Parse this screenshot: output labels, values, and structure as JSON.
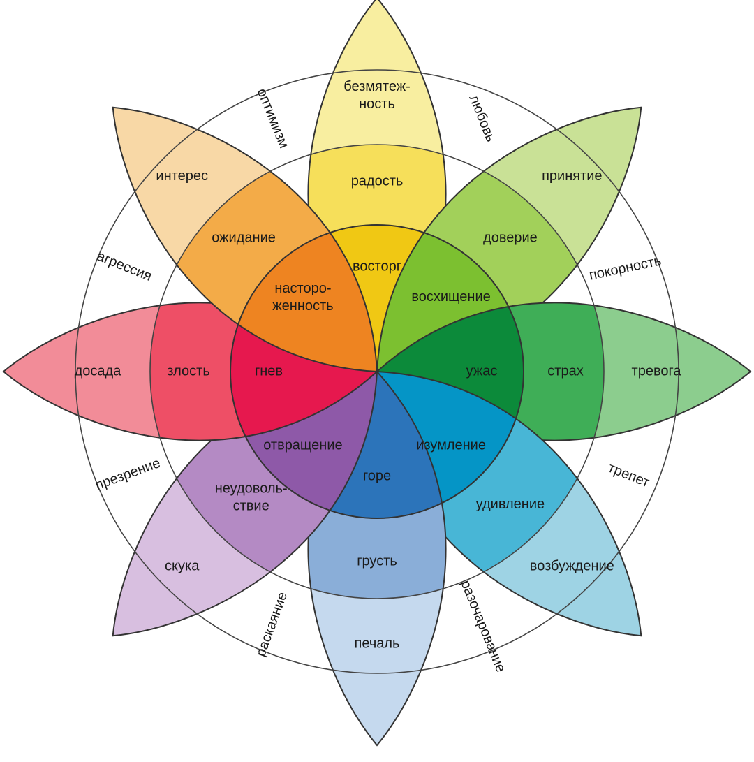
{
  "petals": [
    {
      "id": "yellow",
      "color": "#f2cc00",
      "levels": [
        {
          "text": "безмятеж-\nность",
          "fill": "#f8eea0"
        },
        {
          "text": "радость",
          "fill": "#f6df5a"
        },
        {
          "text": "восторг",
          "fill": "#f0c814"
        }
      ]
    },
    {
      "id": "lightgreen",
      "color": "#8cc63f",
      "levels": [
        {
          "text": "принятие",
          "fill": "#c9e196"
        },
        {
          "text": "доверие",
          "fill": "#a2d05a"
        },
        {
          "text": "восхищение",
          "fill": "#7cc030"
        }
      ]
    },
    {
      "id": "darkgreen",
      "color": "#00953f",
      "levels": [
        {
          "text": "тревога",
          "fill": "#8ccd8e"
        },
        {
          "text": "страх",
          "fill": "#3fae57"
        },
        {
          "text": "ужас",
          "fill": "#0c8a3a"
        }
      ]
    },
    {
      "id": "teal",
      "color": "#0096c8",
      "levels": [
        {
          "text": "возбуждение",
          "fill": "#9ed3e4"
        },
        {
          "text": "удивление",
          "fill": "#48b6d6"
        },
        {
          "text": "изумление",
          "fill": "#0595c6"
        }
      ]
    },
    {
      "id": "blue",
      "color": "#1f6fb8",
      "levels": [
        {
          "text": "печаль",
          "fill": "#c5d9ee"
        },
        {
          "text": "грусть",
          "fill": "#8aaed8"
        },
        {
          "text": "горе",
          "fill": "#2c74ba"
        }
      ]
    },
    {
      "id": "purple",
      "color": "#8a4f9e",
      "levels": [
        {
          "text": "скука",
          "fill": "#d8bfe0"
        },
        {
          "text": "неудоволь-\nствие",
          "fill": "#b48ac4"
        },
        {
          "text": "отвращение",
          "fill": "#8e59a8"
        }
      ]
    },
    {
      "id": "red",
      "color": "#e5174f",
      "levels": [
        {
          "text": "досада",
          "fill": "#f28c98"
        },
        {
          "text": "злость",
          "fill": "#ee4f66"
        },
        {
          "text": "гнев",
          "fill": "#e6184e"
        }
      ]
    },
    {
      "id": "orange",
      "color": "#f28c1c",
      "levels": [
        {
          "text": "интерес",
          "fill": "#f8d8a6"
        },
        {
          "text": "ожидание",
          "fill": "#f3ab48"
        },
        {
          "text": "насторо-\nженность",
          "fill": "#ee8421"
        }
      ]
    }
  ],
  "dyads": [
    {
      "text": "любовь"
    },
    {
      "text": "покорность"
    },
    {
      "text": "трепет"
    },
    {
      "text": "разочарование"
    },
    {
      "text": "раскаяние"
    },
    {
      "text": "презрение"
    },
    {
      "text": "агрессия"
    },
    {
      "text": "оптимизм"
    }
  ],
  "colors": {
    "outline": "#333333",
    "ring": "#444444",
    "background": "#ffffff"
  }
}
